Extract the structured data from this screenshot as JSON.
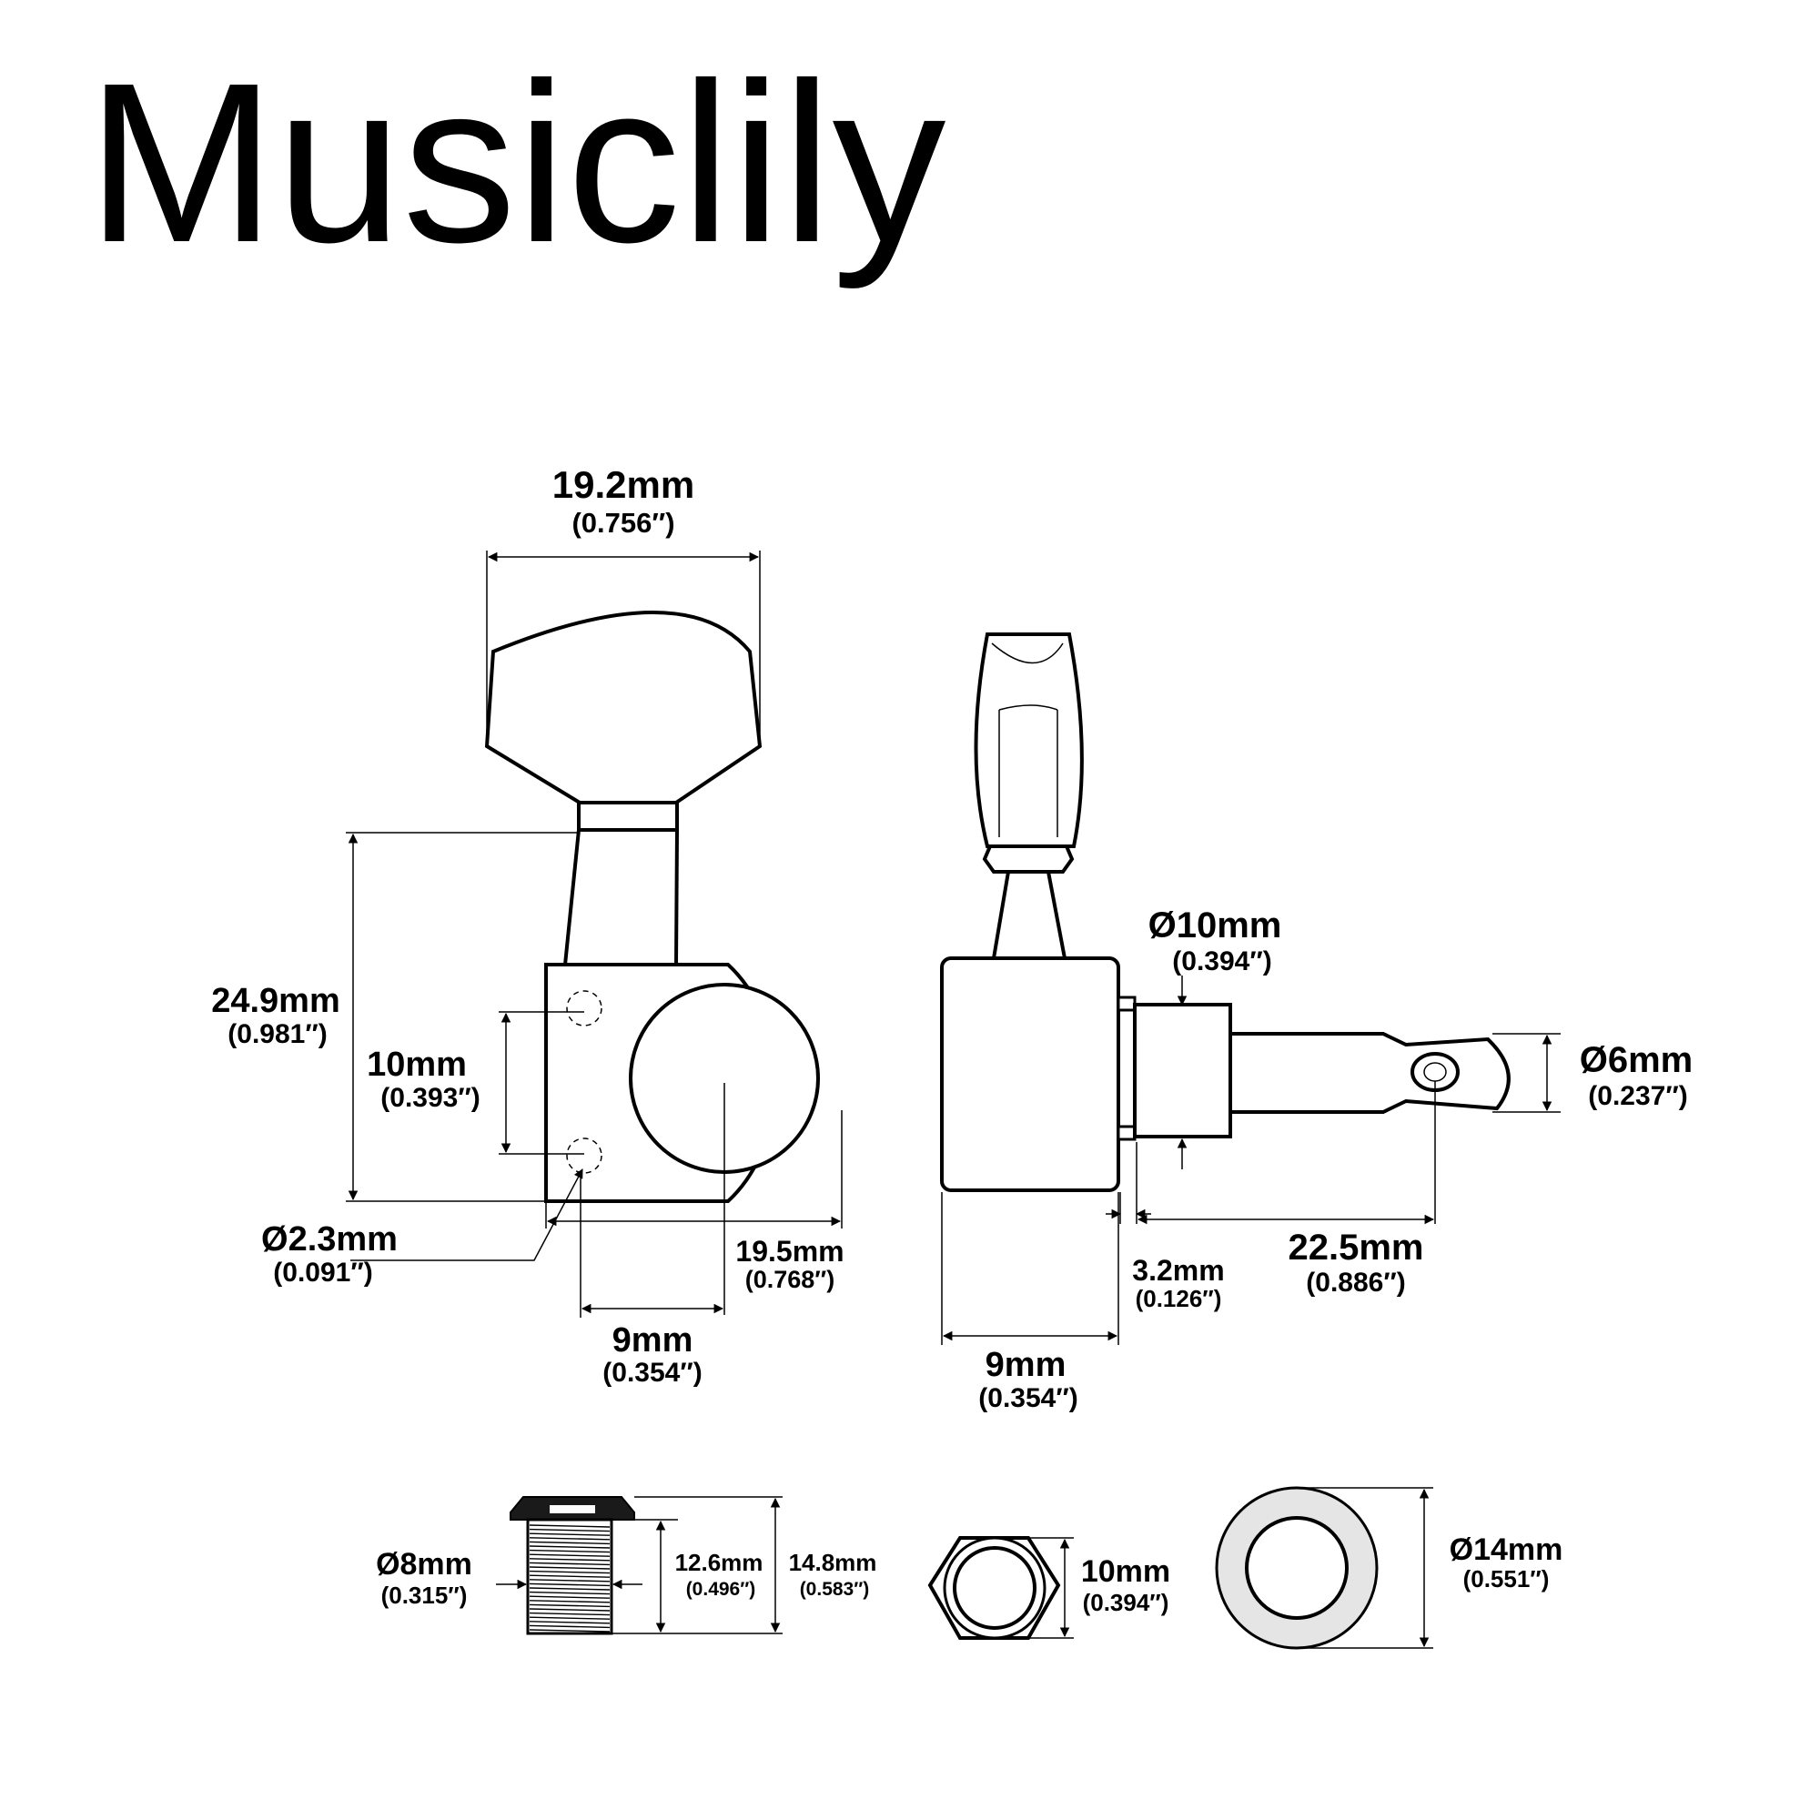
{
  "brand": "Musiclily",
  "dimensions": {
    "button_width": {
      "mm": "19.2mm",
      "inch": "(0.756″)"
    },
    "height": {
      "mm": "24.9mm",
      "inch": "(0.981″)"
    },
    "hole_spacing": {
      "mm": "10mm",
      "inch": "(0.393″)"
    },
    "screw_hole": {
      "mm": "Ø2.3mm",
      "inch": "(0.091″)"
    },
    "housing_width": {
      "mm": "19.5mm",
      "inch": "(0.768″)"
    },
    "front_offset": {
      "mm": "9mm",
      "inch": "(0.354″)"
    },
    "collar": {
      "mm": "Ø10mm",
      "inch": "(0.394″)"
    },
    "post": {
      "mm": "Ø6mm",
      "inch": "(0.237″)"
    },
    "post_length": {
      "mm": "22.5mm",
      "inch": "(0.886″)"
    },
    "collar_gap": {
      "mm": "3.2mm",
      "inch": "(0.126″)"
    },
    "side_depth": {
      "mm": "9mm",
      "inch": "(0.354″)"
    },
    "bushing_dia": {
      "mm": "Ø8mm",
      "inch": "(0.315″)"
    },
    "bushing_thread": {
      "mm": "12.6mm",
      "inch": "(0.496″)"
    },
    "bushing_total": {
      "mm": "14.8mm",
      "inch": "(0.583″)"
    },
    "nut": {
      "mm": "10mm",
      "inch": "(0.394″)"
    },
    "washer": {
      "mm": "Ø14mm",
      "inch": "(0.551″)"
    }
  }
}
